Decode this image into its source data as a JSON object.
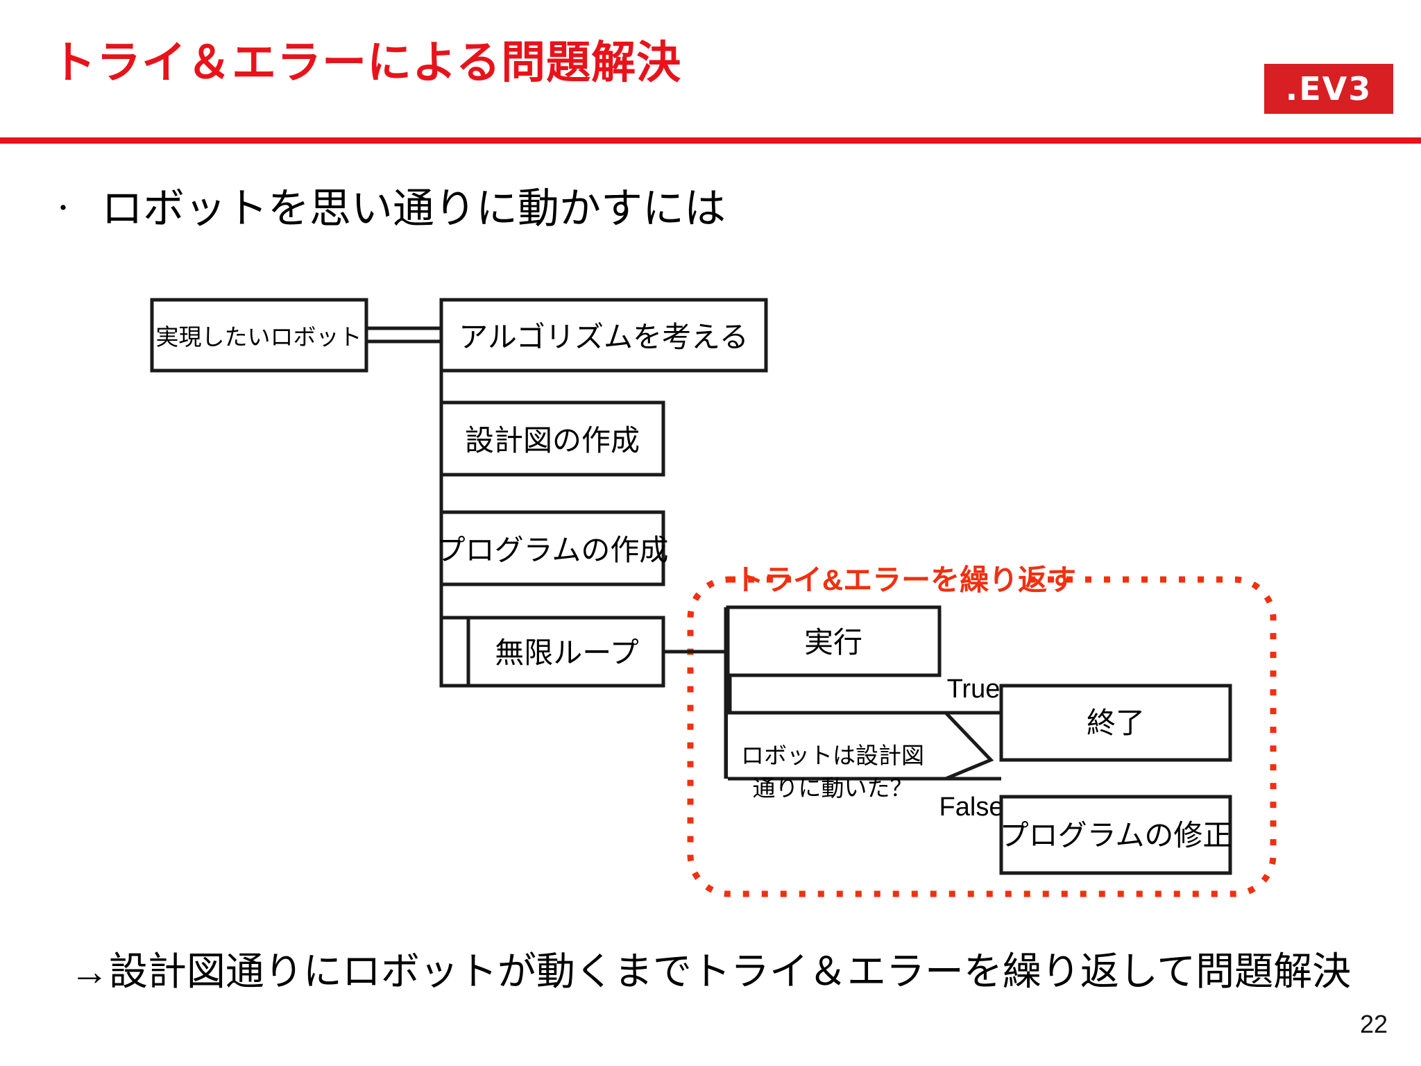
{
  "slide": {
    "title": "トライ＆エラーによる問題解決",
    "page_number": "22",
    "accent_color": "#e8131a",
    "logo_color": "#d81f23",
    "dotted_color": "#f03010"
  },
  "logo": {
    "text": ".EV3",
    "name": "ev3-logo"
  },
  "bullet": {
    "marker": "・",
    "text": "ロボットを思い通りに動かすには"
  },
  "diagram": {
    "boxes": {
      "goal": "実現したいロボット",
      "algorithm": "アルゴリズムを考える",
      "blueprint": "設計図の作成",
      "program": "プログラムの作成",
      "infinite_loop": "無限ループ",
      "execute": "実行",
      "decision_line1": "ロボットは設計図",
      "decision_line2": "通りに動いた？",
      "finish": "終了",
      "fix_program": "プログラムの修正"
    },
    "branch_labels": {
      "true": "True",
      "false": "False"
    },
    "callout": "トライ&エラーを繰り返す"
  },
  "conclusion": {
    "text": "→設計図通りにロボットが動くまでトライ＆エラーを繰り返して問題解決"
  }
}
